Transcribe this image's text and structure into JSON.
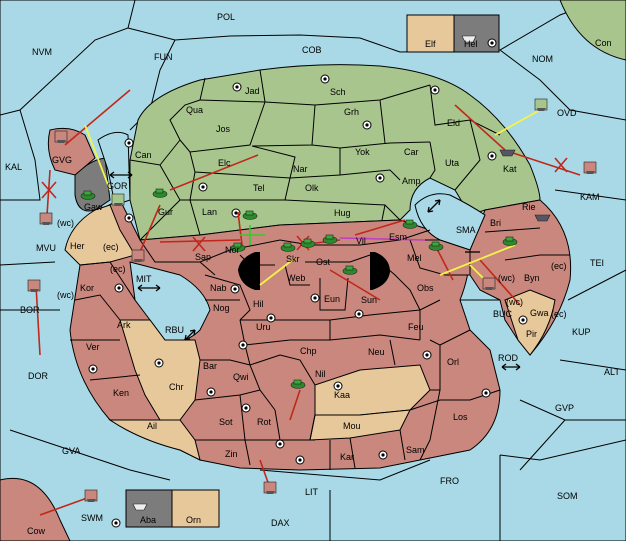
{
  "map": {
    "sea_regions": [
      "POL",
      "NVM",
      "FUN",
      "COB",
      "NOM",
      "Con",
      "KAL",
      "OVD",
      "KAM",
      "MVU",
      "TEI",
      "BOR",
      "DOR",
      "KUP",
      "ALT",
      "GVP",
      "GVA",
      "FRO",
      "SOM",
      "LIT",
      "DAX",
      "SWM",
      "Cow"
    ],
    "legend": [
      {
        "label": "Elf",
        "color": "#e7c89b"
      },
      {
        "label": "Hel",
        "color": "#7c7c7c"
      },
      {
        "label": "Aba",
        "color": "#7c7c7c"
      },
      {
        "label": "Orn",
        "color": "#e7c89b"
      }
    ],
    "green_provinces": [
      "Jad",
      "Sch",
      "Qua",
      "Grh",
      "Jos",
      "Eld",
      "Can",
      "Yok",
      "Car",
      "Elc",
      "Nar",
      "Uta",
      "Tel",
      "Olk",
      "Amp",
      "Gur",
      "Lan",
      "Hug",
      "Kat",
      "Esm"
    ],
    "red_provinces": [
      "Sap",
      "Nor",
      "Skr",
      "Ost",
      "Vil",
      "Mel",
      "Web",
      "Hil",
      "Nab",
      "Nog",
      "Eun",
      "Sun",
      "Obs",
      "Bri",
      "Rie",
      "Byn",
      "Kor",
      "Ark",
      "Uru",
      "Feu",
      "Ver",
      "Chp",
      "Neu",
      "Bar",
      "Qwi",
      "Ken",
      "Nil",
      "Orl",
      "Sot",
      "Rot",
      "Los",
      "Zin",
      "Kar",
      "Sam",
      "GVG"
    ],
    "tan_provinces": [
      "Her",
      "Gwa",
      "Pir",
      "Chr",
      "Ail",
      "Kaa",
      "Mou"
    ],
    "grey_provinces": [
      "Gaw"
    ],
    "coast_labels": [
      "(wc)",
      "(ec)",
      "(ec)",
      "(wc)",
      "(ec)",
      "(wc)",
      "(ec)",
      "(wc)"
    ],
    "straits": [
      "GOR",
      "MIT",
      "RBU",
      "ROD",
      "SMA"
    ],
    "colors": {
      "sea": "#a9d9e6",
      "green": "#a7c58d",
      "red": "#c9877d",
      "tan": "#e7c89b",
      "grey": "#7c7c7c",
      "order_move": "#c1271b",
      "order_support": "#f3f34a",
      "order_convoy": "#c03ec0",
      "order_hold": "#2dcf2d"
    }
  }
}
